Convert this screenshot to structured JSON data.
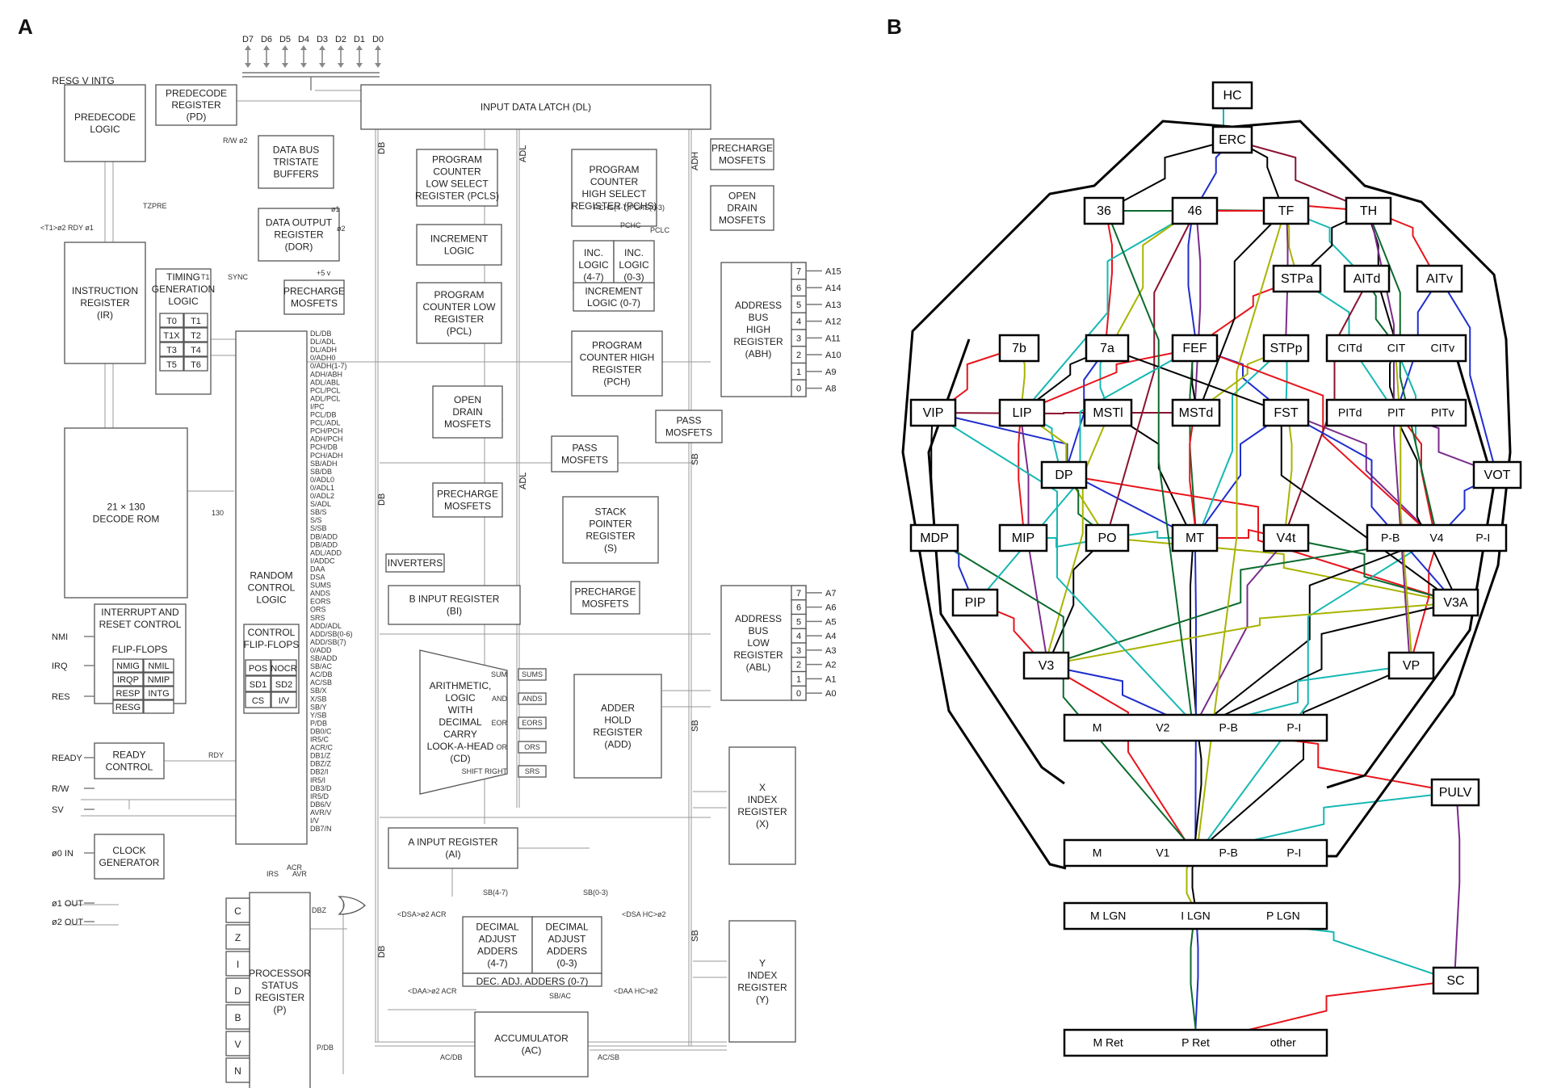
{
  "panels": [
    {
      "label": "A"
    },
    {
      "label": "B"
    }
  ],
  "panel_a": {
    "data_pins": [
      "D7",
      "D6",
      "D5",
      "D4",
      "D3",
      "D2",
      "D1",
      "D0"
    ],
    "blocks": [
      {
        "id": "resg",
        "lines": [
          "RESG V INTG"
        ]
      },
      {
        "id": "predecode_logic",
        "lines": [
          "PREDECODE",
          "LOGIC"
        ]
      },
      {
        "id": "predecode_register",
        "lines": [
          "PREDECODE",
          "REGISTER",
          "(PD)"
        ]
      },
      {
        "id": "input_data_latch",
        "lines": [
          "INPUT DATA LATCH (DL)"
        ]
      },
      {
        "id": "precharge_mosfets_top",
        "lines": [
          "PRECHARGE",
          "MOSFETS"
        ]
      },
      {
        "id": "data_bus_tristate",
        "lines": [
          "DATA BUS",
          "TRISTATE",
          "BUFFERS"
        ]
      },
      {
        "id": "pcls",
        "lines": [
          "PROGRAM",
          "COUNTER",
          "LOW SELECT",
          "REGISTER (PCLS)"
        ]
      },
      {
        "id": "pchs",
        "lines": [
          "PROGRAM",
          "COUNTER",
          "HIGH SELECT",
          "REGISTER (PCHS)"
        ]
      },
      {
        "id": "open_drain_top",
        "lines": [
          "OPEN",
          "DRAIN",
          "MOSFETS"
        ]
      },
      {
        "id": "dor",
        "lines": [
          "DATA OUTPUT",
          "REGISTER",
          "(DOR)"
        ]
      },
      {
        "id": "increment_logic_l",
        "lines": [
          "INCREMENT",
          "LOGIC"
        ]
      },
      {
        "id": "inc_logic_47",
        "lines": [
          "INC.",
          "LOGIC",
          "(4-7)"
        ]
      },
      {
        "id": "inc_logic_03",
        "lines": [
          "INC.",
          "LOGIC",
          "(0-3)"
        ]
      },
      {
        "id": "increment_logic_07",
        "lines": [
          "INCREMENT",
          "LOGIC (0-7)"
        ]
      },
      {
        "id": "instruction_register",
        "lines": [
          "INSTRUCTION",
          "REGISTER",
          "(IR)"
        ]
      },
      {
        "id": "timing_generation",
        "lines": [
          "TIMING",
          "GENERATION",
          "LOGIC"
        ]
      },
      {
        "id": "precharge_mosfets_mid",
        "lines": [
          "PRECHARGE",
          "MOSFETS"
        ]
      },
      {
        "id": "pcl",
        "lines": [
          "PROGRAM",
          "COUNTER LOW",
          "REGISTER",
          "(PCL)"
        ]
      },
      {
        "id": "pch",
        "lines": [
          "PROGRAM",
          "COUNTER HIGH",
          "REGISTER",
          "(PCH)"
        ]
      },
      {
        "id": "abh",
        "lines": [
          "ADDRESS",
          "BUS",
          "HIGH",
          "REGISTER",
          "(ABH)"
        ]
      },
      {
        "id": "random_control",
        "lines": [
          "RANDOM",
          "CONTROL",
          "LOGIC"
        ]
      },
      {
        "id": "open_drain_mid",
        "lines": [
          "OPEN",
          "DRAIN",
          "MOSFETS"
        ]
      },
      {
        "id": "pass_mosfets_r",
        "lines": [
          "PASS",
          "MOSFETS"
        ]
      },
      {
        "id": "pass_mosfets_c",
        "lines": [
          "PASS",
          "MOSFETS"
        ]
      },
      {
        "id": "decode_rom",
        "lines": [
          "21 × 130",
          "DECODE ROM"
        ]
      },
      {
        "id": "precharge_mosfets_low",
        "lines": [
          "PRECHARGE",
          "MOSFETS"
        ]
      },
      {
        "id": "stack_pointer",
        "lines": [
          "STACK",
          "POINTER",
          "REGISTER",
          "(S)"
        ]
      },
      {
        "id": "inverters",
        "lines": [
          "INVERTERS"
        ]
      },
      {
        "id": "b_input",
        "lines": [
          "B INPUT REGISTER",
          "(BI)"
        ]
      },
      {
        "id": "precharge_mosfets_s",
        "lines": [
          "PRECHARGE",
          "MOSFETS"
        ]
      },
      {
        "id": "abl",
        "lines": [
          "ADDRESS",
          "BUS",
          "LOW",
          "REGISTER",
          "(ABL)"
        ]
      },
      {
        "id": "interrupt_reset",
        "lines": [
          "INTERRUPT AND",
          "RESET CONTROL"
        ]
      },
      {
        "id": "control_flipflops",
        "lines": [
          "CONTROL",
          "FLIP-FLOPS"
        ]
      },
      {
        "id": "alu",
        "lines": [
          "ARITHMETIC,",
          "LOGIC",
          "WITH",
          "DECIMAL",
          "CARRY",
          "LOOK-A-HEAD",
          "(CD)"
        ]
      },
      {
        "id": "adder_hold",
        "lines": [
          "ADDER",
          "HOLD",
          "REGISTER",
          "(ADD)"
        ]
      },
      {
        "id": "ready_control",
        "lines": [
          "READY",
          "CONTROL"
        ]
      },
      {
        "id": "x_index",
        "lines": [
          "X",
          "INDEX",
          "REGISTER",
          "(X)"
        ]
      },
      {
        "id": "clock_generator",
        "lines": [
          "CLOCK",
          "GENERATOR"
        ]
      },
      {
        "id": "a_input",
        "lines": [
          "A INPUT REGISTER",
          "(AI)"
        ]
      },
      {
        "id": "processor_status",
        "lines": [
          "PROCESSOR",
          "STATUS",
          "REGISTER",
          "(P)"
        ]
      },
      {
        "id": "decimal_adjust_47",
        "lines": [
          "DECIMAL",
          "ADJUST",
          "ADDERS",
          "(4-7)"
        ]
      },
      {
        "id": "decimal_adjust_03",
        "lines": [
          "DECIMAL",
          "ADJUST",
          "ADDERS",
          "(0-3)"
        ]
      },
      {
        "id": "dec_adj_adders",
        "lines": [
          "DEC. ADJ. ADDERS (0-7)"
        ]
      },
      {
        "id": "y_index",
        "lines": [
          "Y",
          "INDEX",
          "REGISTER",
          "(Y)"
        ]
      },
      {
        "id": "accumulator",
        "lines": [
          "ACCUMULATOR",
          "(AC)"
        ]
      }
    ],
    "timing_cells": [
      "T0",
      "T1",
      "T1X",
      "T2",
      "T3",
      "T4",
      "T5",
      "T6"
    ],
    "flip_flops_title": "FLIP-FLOPS",
    "flip_flops": [
      "NMIG",
      "NMIL",
      "IRQP",
      "NMIP",
      "RESP",
      "INTG",
      "RESG",
      ""
    ],
    "control_ff_cells": [
      "POS",
      "NOCR",
      "SD1",
      "SD2",
      "CS",
      "I/V"
    ],
    "status_flags": [
      "C",
      "Z",
      "I",
      "D",
      "B",
      "V",
      "N"
    ],
    "abh_bits": [
      "7",
      "6",
      "5",
      "4",
      "3",
      "2",
      "1",
      "0"
    ],
    "abh_pins": [
      "A15",
      "A14",
      "A13",
      "A12",
      "A11",
      "A10",
      "A9",
      "A8"
    ],
    "abl_bits": [
      "7",
      "6",
      "5",
      "4",
      "3",
      "2",
      "1",
      "0"
    ],
    "abl_pins": [
      "A7",
      "A6",
      "A5",
      "A4",
      "A3",
      "A2",
      "A1",
      "A0"
    ],
    "pin_labels_left": [
      "NMI",
      "IRQ",
      "RES",
      "READY",
      "R/W",
      "SV",
      "ø0 IN",
      "ø1 OUT",
      "ø2 OUT"
    ],
    "alu_ops": [
      "SUM",
      "AND",
      "EOR",
      "OR",
      "SHIFT RIGHT"
    ],
    "alu_enables": [
      "SUMS",
      "ANDS",
      "EORS",
      "ORS",
      "SRS"
    ],
    "control_signals": [
      "DL/DB",
      "DL/ADL",
      "DL/ADH",
      "0/ADH0",
      "0/ADH(1-7)",
      "ADH/ABH",
      "ADL/ABL",
      "PCL/PCL",
      "ADL/PCL",
      "I/PC",
      "PCL/DB",
      "PCL/ADL",
      "PCH/PCH",
      "ADH/PCH",
      "PCH/DB",
      "PCH/ADH",
      "SB/ADH",
      "SB/DB",
      "0/ADL0",
      "0/ADL1",
      "0/ADL2",
      "S/ADL",
      "SB/S",
      "S/S",
      "S/SB",
      "DB/ADD",
      "DB/ADD",
      "ADL/ADD",
      "I/ADDC",
      "DAA",
      "DSA",
      "SUMS",
      "ANDS",
      "EORS",
      "ORS",
      "SRS",
      "ADD/ADL",
      "ADD/SB(0-6)",
      "ADD/SB(7)",
      "0/ADD",
      "SB/ADD",
      "SB/AC",
      "AC/DB",
      "AC/SB",
      "SB/X",
      "X/SB",
      "SB/Y",
      "Y/SB",
      "P/DB",
      "DB0/C",
      "IR5/C",
      "ACR/C",
      "DB1/Z",
      "DBZ/Z",
      "DB2/I",
      "IR5/I",
      "DB3/D",
      "IR5/D",
      "DB6/V",
      "AVR/V",
      "I/V",
      "DB7/N"
    ],
    "bus_labels": [
      "DB",
      "ADL",
      "ADH",
      "SB",
      "DB",
      "ADL",
      "SB",
      "DB",
      "SB"
    ],
    "misc_labels": [
      "ø1",
      "ø2",
      "+5 v",
      "T1",
      "SYNC",
      "130",
      "RDY",
      "PCHS(4-7)",
      "PCHS(0-3)",
      "PCHC",
      "PCLC",
      "TZPRE",
      "<T1>ø2 RDY ø1",
      "R/W ø2",
      "ACR",
      "IRS",
      "AVR",
      "DBZ",
      "<DSA>ø2 ACR",
      "<DSA HC>ø2",
      "<DAA>ø2 ACR",
      "<DAA HC>ø2",
      "SB(4-7)",
      "SB(0-3)",
      "SB/AC",
      "AC/DB",
      "AC/SB",
      "P/DB"
    ]
  },
  "panel_b": {
    "nodes": [
      {
        "id": "HC",
        "label": "HC"
      },
      {
        "id": "ERC",
        "label": "ERC"
      },
      {
        "id": "36",
        "label": "36"
      },
      {
        "id": "46",
        "label": "46"
      },
      {
        "id": "TF",
        "label": "TF"
      },
      {
        "id": "TH",
        "label": "TH"
      },
      {
        "id": "STPa",
        "label": "STPa"
      },
      {
        "id": "AITd",
        "label": "AITd"
      },
      {
        "id": "AITv",
        "label": "AITv"
      },
      {
        "id": "7b",
        "label": "7b"
      },
      {
        "id": "7a",
        "label": "7a"
      },
      {
        "id": "FEF",
        "label": "FEF"
      },
      {
        "id": "STPp",
        "label": "STPp"
      },
      {
        "id": "CIT",
        "labels": [
          "CITd",
          "CIT",
          "CITv"
        ]
      },
      {
        "id": "VIP",
        "label": "VIP"
      },
      {
        "id": "LIP",
        "label": "LIP"
      },
      {
        "id": "MSTl",
        "label": "MSTl"
      },
      {
        "id": "MSTd",
        "label": "MSTd"
      },
      {
        "id": "FST",
        "label": "FST"
      },
      {
        "id": "PIT",
        "labels": [
          "PITd",
          "PIT",
          "PITv"
        ]
      },
      {
        "id": "DP",
        "label": "DP"
      },
      {
        "id": "VOT",
        "label": "VOT"
      },
      {
        "id": "MDP",
        "label": "MDP"
      },
      {
        "id": "MIP",
        "label": "MIP"
      },
      {
        "id": "PO",
        "label": "PO"
      },
      {
        "id": "MT",
        "label": "MT"
      },
      {
        "id": "V4t",
        "label": "V4t"
      },
      {
        "id": "V4",
        "labels": [
          "P-B",
          "V4",
          "P-I"
        ]
      },
      {
        "id": "PIP",
        "label": "PIP"
      },
      {
        "id": "V3A",
        "label": "V3A"
      },
      {
        "id": "V3",
        "label": "V3"
      },
      {
        "id": "VP",
        "label": "VP"
      },
      {
        "id": "V2",
        "labels": [
          "M",
          "V2",
          "P-B",
          "P-I"
        ]
      },
      {
        "id": "PULV",
        "label": "PULV"
      },
      {
        "id": "V1",
        "labels": [
          "M",
          "V1",
          "P-B",
          "P-I"
        ]
      },
      {
        "id": "LGN",
        "labels": [
          "M LGN",
          "I LGN",
          "P LGN"
        ]
      },
      {
        "id": "SC",
        "label": "SC"
      },
      {
        "id": "RET",
        "labels": [
          "M Ret",
          "P Ret",
          "other"
        ]
      }
    ],
    "edge_colors": [
      "#000000",
      "#e8141b",
      "#1f2ecc",
      "#16b8b3",
      "#a8b400",
      "#7a2b8c",
      "#0b6b2e",
      "#8a1230"
    ]
  }
}
